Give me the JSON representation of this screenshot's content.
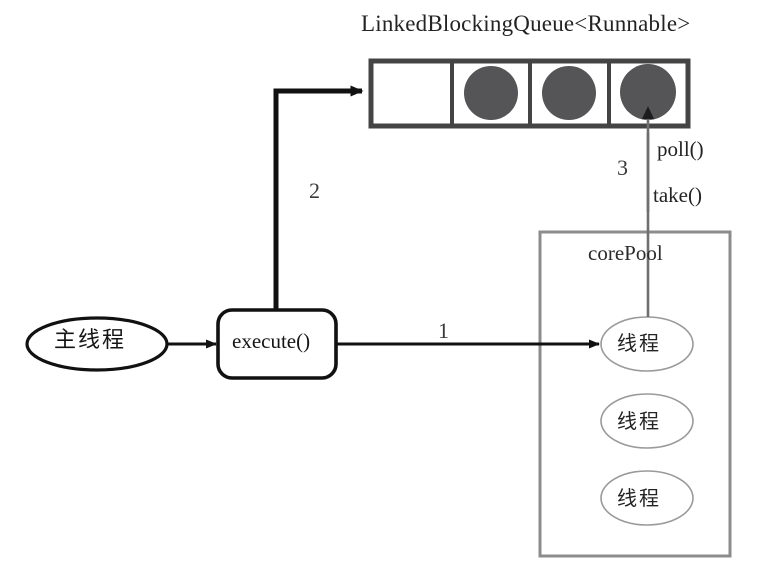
{
  "diagram": {
    "title": "LinkedBlockingQueue<Runnable>",
    "colors": {
      "task_fill": "#555558",
      "queue_border": "#444444",
      "pool_border": "#8c8c8c",
      "arrow_black": "#111111",
      "arrow_gray": "#6f6f6f",
      "ellipse_light": "#9a9a9a",
      "text": "#232323",
      "background": "#ffffff"
    },
    "queue": {
      "label": "LinkedBlockingQueue<Runnable>",
      "cells": [
        {
          "name": "queue-cell-0",
          "filled": false
        },
        {
          "name": "queue-cell-1",
          "filled": true
        },
        {
          "name": "queue-cell-2",
          "filled": true
        },
        {
          "name": "queue-cell-3",
          "filled": true
        }
      ]
    },
    "nodes": {
      "main_thread": "主线程",
      "execute": "execute()",
      "pool_title": "corePool",
      "workers": [
        "线程",
        "线程",
        "线程"
      ]
    },
    "edges": {
      "step_1": "1",
      "step_2": "2",
      "step_3": "3",
      "poll": "poll()",
      "take": "take()"
    }
  }
}
